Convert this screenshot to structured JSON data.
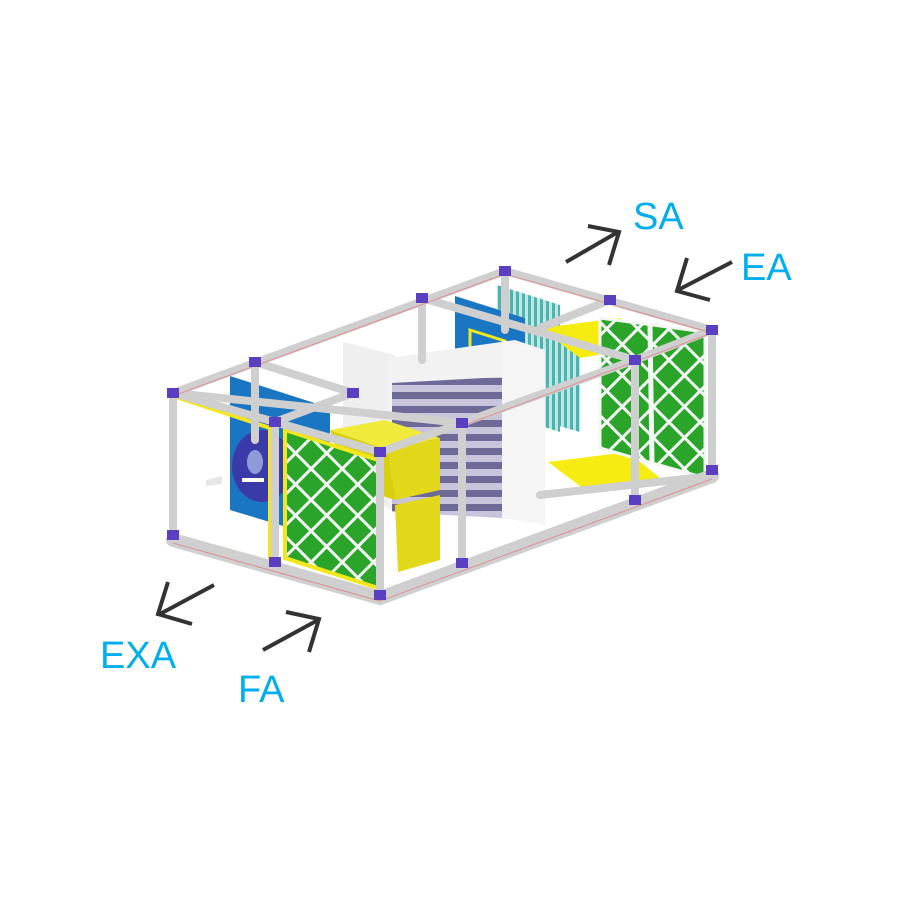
{
  "diagram": {
    "type": "isometric air handling unit with heat recovery",
    "colors": {
      "label": "#00adef",
      "arrow": "#333333",
      "frame": "#dcdcdc",
      "frame_edge": "#b9b9b9",
      "frame_redline": "#e08080",
      "corner": "#5a3fc0",
      "fan_panel": "#1a76c2",
      "fan_circle": "#3a3aa8",
      "filter_green": "#2aa52a",
      "filter_grid": "#f4f8f4",
      "filter_frame": "#f3e61a",
      "yellow_box": "#e8e01a",
      "coil": "#6e6a98",
      "coil_light": "#c8c4dc",
      "wheel_white": "#f2f2f2",
      "teal_coil": "#49b4b0",
      "drain_tray": "#f7ec12"
    }
  },
  "labels": {
    "sa": "SA",
    "ea": "EA",
    "exa": "EXA",
    "fa": "FA"
  },
  "components": [
    {
      "name": "exhaust-fan-section"
    },
    {
      "name": "fresh-air-filter"
    },
    {
      "name": "bag-filter"
    },
    {
      "name": "heat-recovery-wheel"
    },
    {
      "name": "supply-fan-section"
    },
    {
      "name": "cooling-coil"
    },
    {
      "name": "return-air-filter"
    },
    {
      "name": "drain-pan"
    }
  ]
}
